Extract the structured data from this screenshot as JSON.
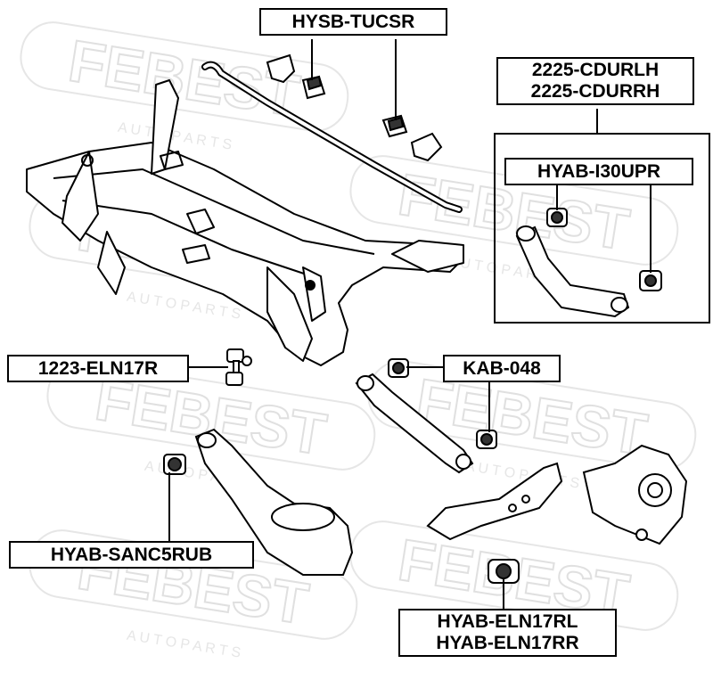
{
  "watermark": {
    "brand": "FEBEST",
    "sub": "A U T O   P A R T S"
  },
  "labels": {
    "hysb": "HYSB-TUCSR",
    "cdurlh": "2225-CDURLH",
    "cdurrh": "2225-CDURRH",
    "i30upr": "HYAB-I30UPR",
    "eln17r": "1223-ELN17R",
    "kab": "KAB-048",
    "sanc": "HYAB-SANC5RUB",
    "eln17rl": "HYAB-ELN17RL",
    "eln17rr": "HYAB-ELN17RR"
  }
}
